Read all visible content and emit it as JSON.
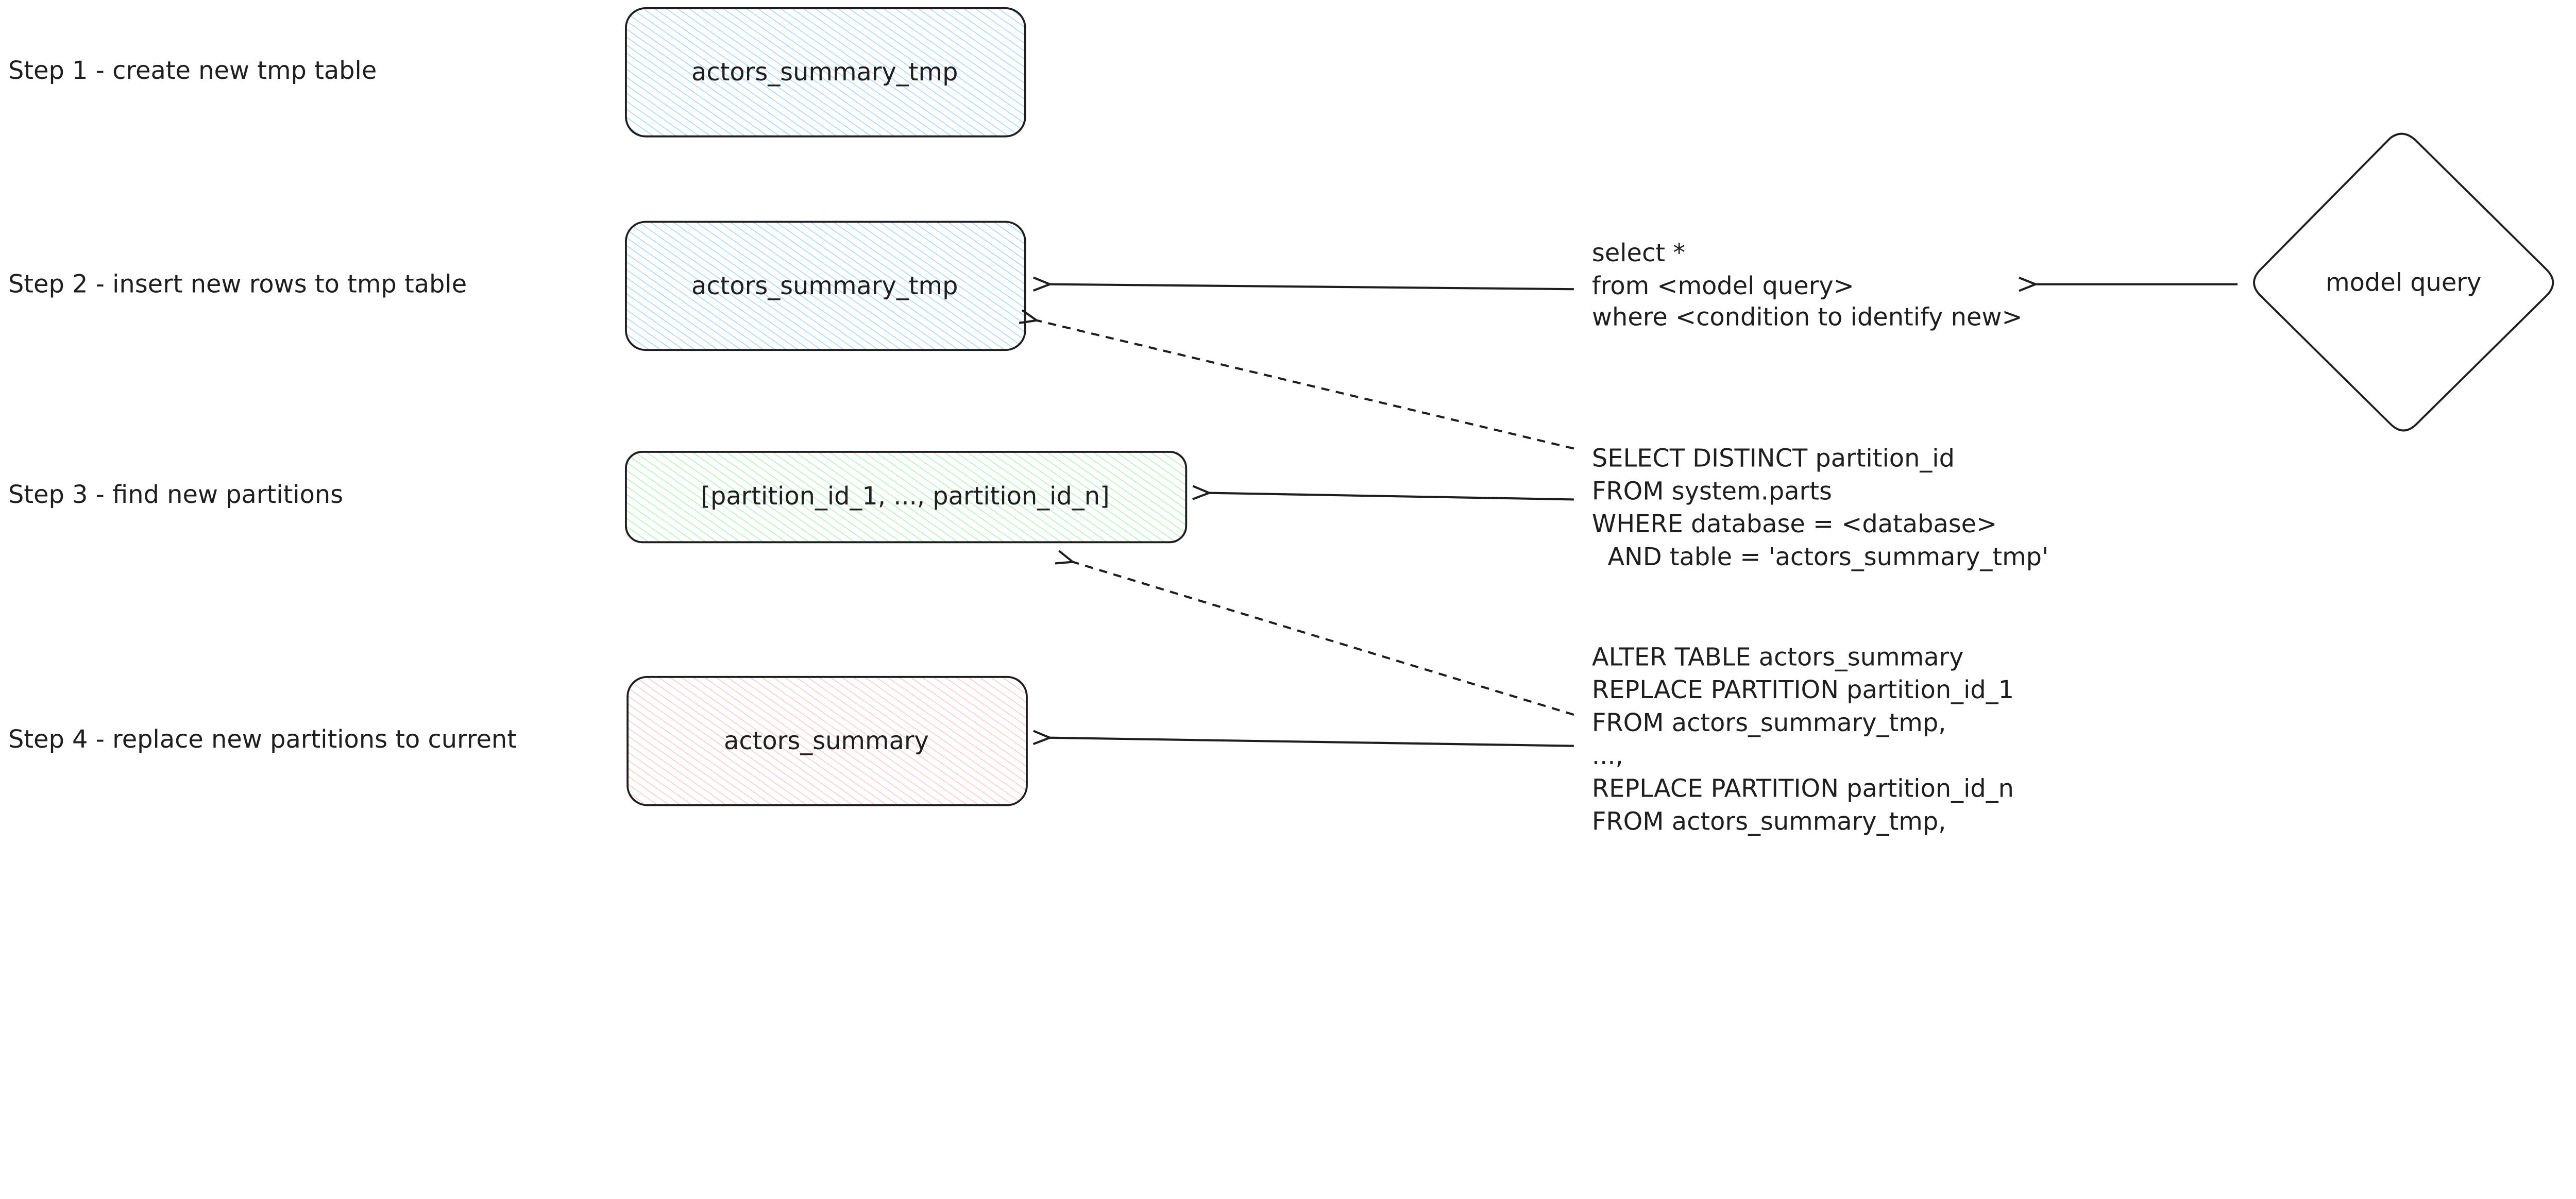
{
  "steps": [
    {
      "label": "Step 1 - create new tmp table",
      "box": "actors_summary_tmp",
      "fill": "#a5d8ff"
    },
    {
      "label": "Step 2 - insert new rows to tmp table",
      "box": "actors_summary_tmp",
      "fill": "#a5d8ff"
    },
    {
      "label": "Step 3 - find new partitions",
      "box": "[partition_id_1, ..., partition_id_n]",
      "fill": "#b2f2bb"
    },
    {
      "label": "Step 4 - replace new partitions to current",
      "box": "actors_summary",
      "fill": "#ffc9c9"
    }
  ],
  "diamond": {
    "label": "model query"
  },
  "queries": {
    "insert": [
      "select *",
      "from <model query>",
      "where <condition to identify new>"
    ],
    "partitions": [
      "SELECT DISTINCT partition_id",
      "FROM system.parts",
      "WHERE database = <database>",
      "  AND table = 'actors_summary_tmp'"
    ],
    "replace": [
      "ALTER TABLE actors_summary",
      "REPLACE PARTITION partition_id_1",
      "FROM actors_summary_tmp,",
      "...,",
      "REPLACE PARTITION partition_id_n",
      "FROM actors_summary_tmp,"
    ]
  }
}
